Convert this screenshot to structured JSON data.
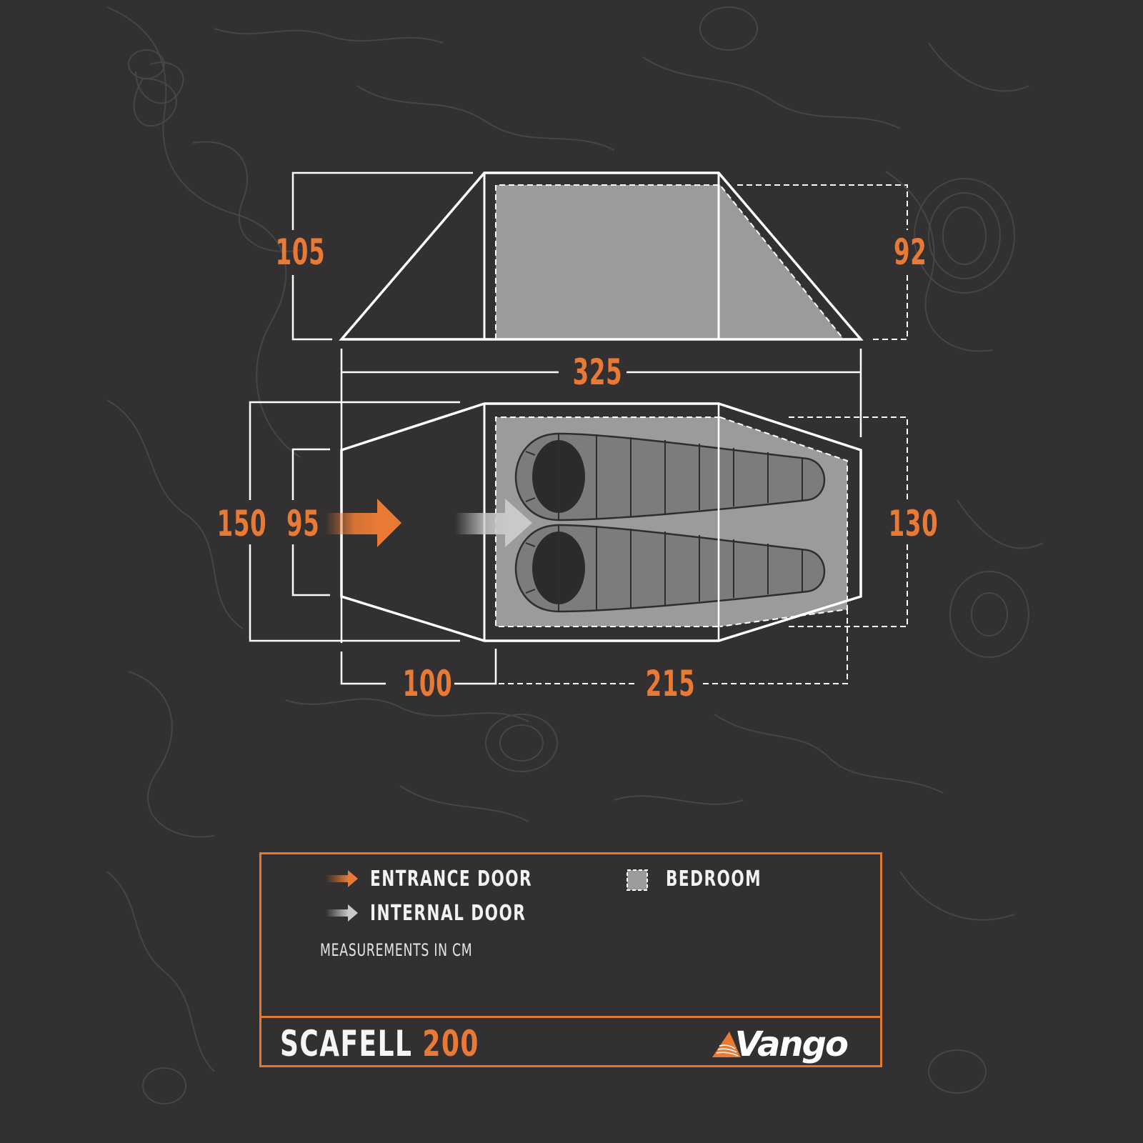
{
  "product": {
    "name": "SCAFELL",
    "model": "200",
    "brand": "Vango"
  },
  "colors": {
    "background": "#323031",
    "accent_orange": "#e87a35",
    "bedroom_fill": "#9a9b9d",
    "sleeping_bag_fill": "#7a7b7d",
    "line_white": "#ffffff"
  },
  "side_view": {
    "dimensions": {
      "max_height_cm": "105",
      "inner_height_cm": "92",
      "total_length_cm": "325"
    }
  },
  "plan_view": {
    "dimensions": {
      "total_width_cm": "150",
      "entrance_width_cm": "95",
      "bedroom_width_cm": "130",
      "porch_length_cm": "100",
      "bedroom_length_cm": "215"
    },
    "sleeping_bags": 2
  },
  "legend": {
    "items": [
      {
        "icon": "orange-arrow-icon",
        "label": "ENTRANCE DOOR"
      },
      {
        "icon": "grey-arrow-icon",
        "label": "INTERNAL DOOR"
      },
      {
        "icon": "bedroom-swatch-icon",
        "label": "BEDROOM"
      }
    ],
    "note": "MEASUREMENTS IN CM"
  }
}
